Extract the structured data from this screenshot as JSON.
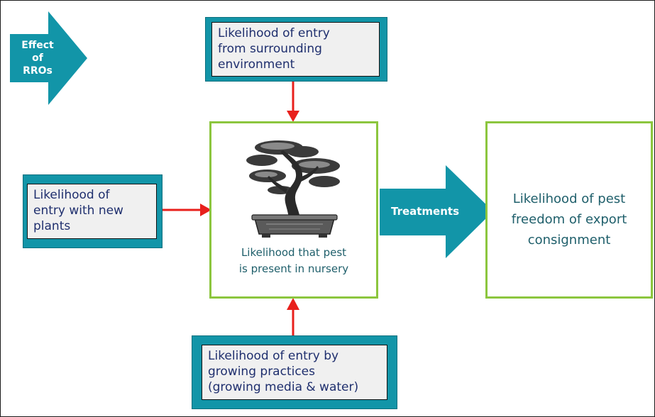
{
  "rro_label": "Effect\nof\nRROs",
  "top_box": "Likelihood of entry\nfrom surrounding\nenvironment",
  "left_box": "Likelihood of\nentry with new\nplants",
  "bottom_box": "Likelihood of entry by\ngrowing practices\n(growing media & water)",
  "center_box": "Likelihood that pest\nis present in nursery",
  "treatments_label": "Treatments",
  "right_box": "Likelihood of pest\nfreedom of export\nconsignment",
  "colors": {
    "teal": "#1295a8",
    "green_border": "#8cc63e",
    "red_arrow": "#e8201c",
    "dark_text": "#1f2f6e",
    "green_text": "#1f5f6b"
  },
  "icons": [
    "bonsai-tree-icon"
  ]
}
